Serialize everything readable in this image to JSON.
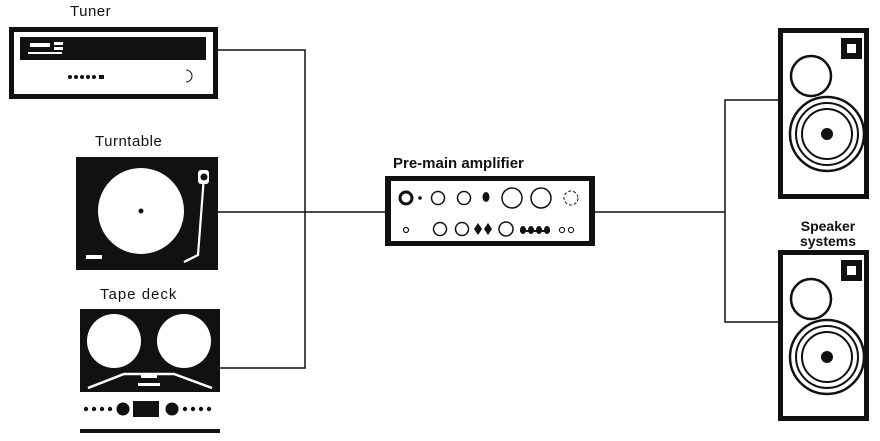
{
  "labels": {
    "tuner": "Tuner",
    "turntable": "Turntable",
    "tape_deck": "Tape deck",
    "amplifier": "Pre-main amplifier",
    "speakers_line1": "Speaker",
    "speakers_line2": "systems"
  },
  "colors": {
    "ink": "#111111",
    "paper": "#ffffff"
  }
}
